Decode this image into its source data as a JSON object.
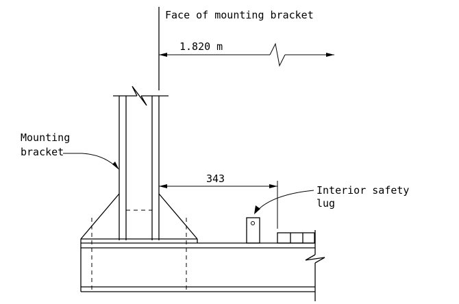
{
  "labels": {
    "face_of_bracket": "Face of mounting bracket",
    "dimension_long": "1.820 m",
    "mounting_bracket_line1": "Mounting",
    "mounting_bracket_line2": "bracket",
    "dimension_short": "343",
    "safety_lug_line1": "Interior safety",
    "safety_lug_line2": "lug"
  }
}
